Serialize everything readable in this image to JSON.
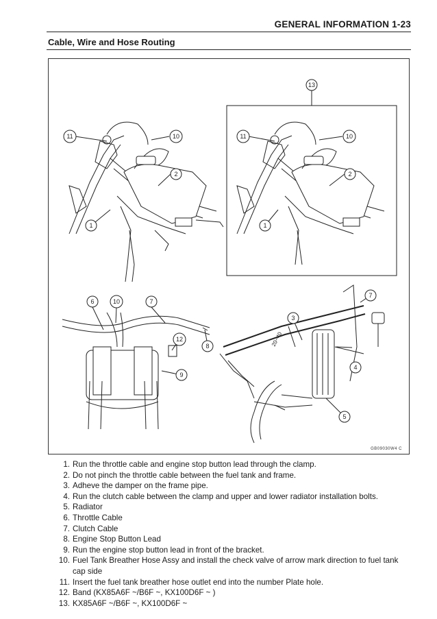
{
  "header": {
    "title": "GENERAL INFORMATION 1-23"
  },
  "section": {
    "title": "Cable, Wire and Hose Routing"
  },
  "figure": {
    "code": "GB09030W4 C",
    "callouts": {
      "c1": "1",
      "c2": "2",
      "c3": "3",
      "c4": "4",
      "c5": "5",
      "c6": "6",
      "c7": "7",
      "c8": "8",
      "c9": "9",
      "c10a": "10",
      "c10b": "10",
      "c10c": "10",
      "c11a": "11",
      "c11b": "11",
      "c12": "12",
      "c13": "13",
      "c1b": "1",
      "c2b": "2",
      "c7b": "7"
    },
    "dimension": "20~40"
  },
  "notes": [
    {
      "num": "1.",
      "text": "Run the throttle cable and engine stop button lead through the clamp."
    },
    {
      "num": "2.",
      "text": "Do not pinch the throttle cable between the fuel tank and frame."
    },
    {
      "num": "3.",
      "text": "Adheve the damper on the frame pipe."
    },
    {
      "num": "4.",
      "text": "Run the clutch cable between the clamp and upper and lower radiator installation bolts."
    },
    {
      "num": "5.",
      "text": "Radiator"
    },
    {
      "num": "6.",
      "text": "Throttle Cable"
    },
    {
      "num": "7.",
      "text": "Clutch Cable"
    },
    {
      "num": "8.",
      "text": "Engine Stop Button Lead"
    },
    {
      "num": "9.",
      "text": "Run the engine stop button lead in front of the bracket."
    },
    {
      "num": "10.",
      "text": "Fuel Tank Breather Hose Assy and install the check valve of arrow mark direction to fuel tank cap side"
    },
    {
      "num": "11.",
      "text": "Insert the fuel tank breather hose outlet end into the number Plate hole."
    },
    {
      "num": "12.",
      "text": "Band (KX85A6F ~/B6F ~, KX100D6F ~ )"
    },
    {
      "num": "13.",
      "text": "KX85A6F ~/B6F ~, KX100D6F ~"
    }
  ]
}
